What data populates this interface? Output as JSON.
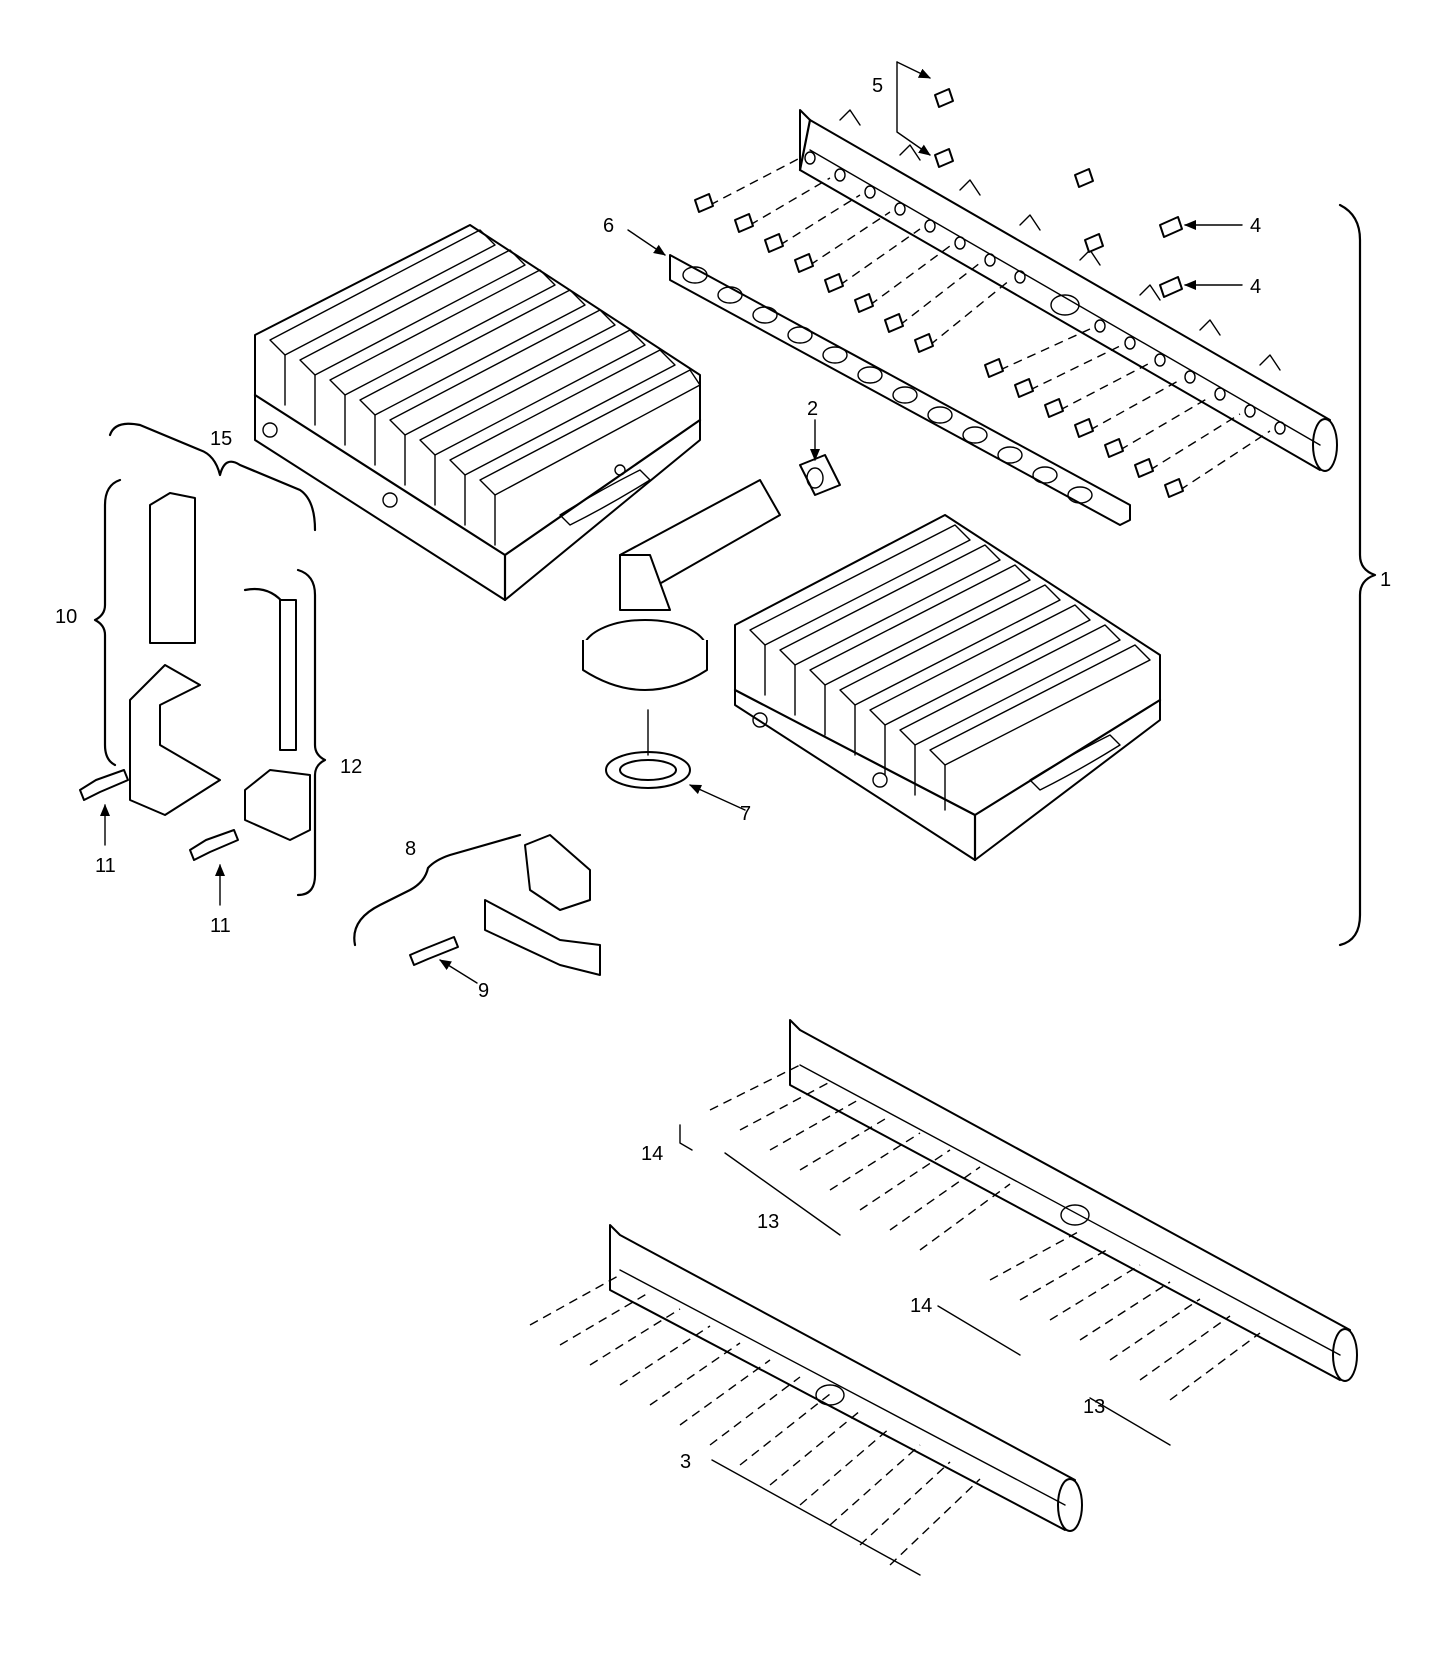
{
  "callouts": [
    {
      "id": "c1",
      "label": "1"
    },
    {
      "id": "c2",
      "label": "2"
    },
    {
      "id": "c3",
      "label": "3"
    },
    {
      "id": "c4a",
      "label": "4"
    },
    {
      "id": "c4b",
      "label": "4"
    },
    {
      "id": "c5",
      "label": "5"
    },
    {
      "id": "c6",
      "label": "6"
    },
    {
      "id": "c7",
      "label": "7"
    },
    {
      "id": "c8",
      "label": "8"
    },
    {
      "id": "c9",
      "label": "9"
    },
    {
      "id": "c10",
      "label": "10"
    },
    {
      "id": "c11a",
      "label": "11"
    },
    {
      "id": "c11b",
      "label": "11"
    },
    {
      "id": "c12",
      "label": "12"
    },
    {
      "id": "c13a",
      "label": "13"
    },
    {
      "id": "c13b",
      "label": "13"
    },
    {
      "id": "c14a",
      "label": "14"
    },
    {
      "id": "c14b",
      "label": "14"
    },
    {
      "id": "c15",
      "label": "15"
    }
  ]
}
